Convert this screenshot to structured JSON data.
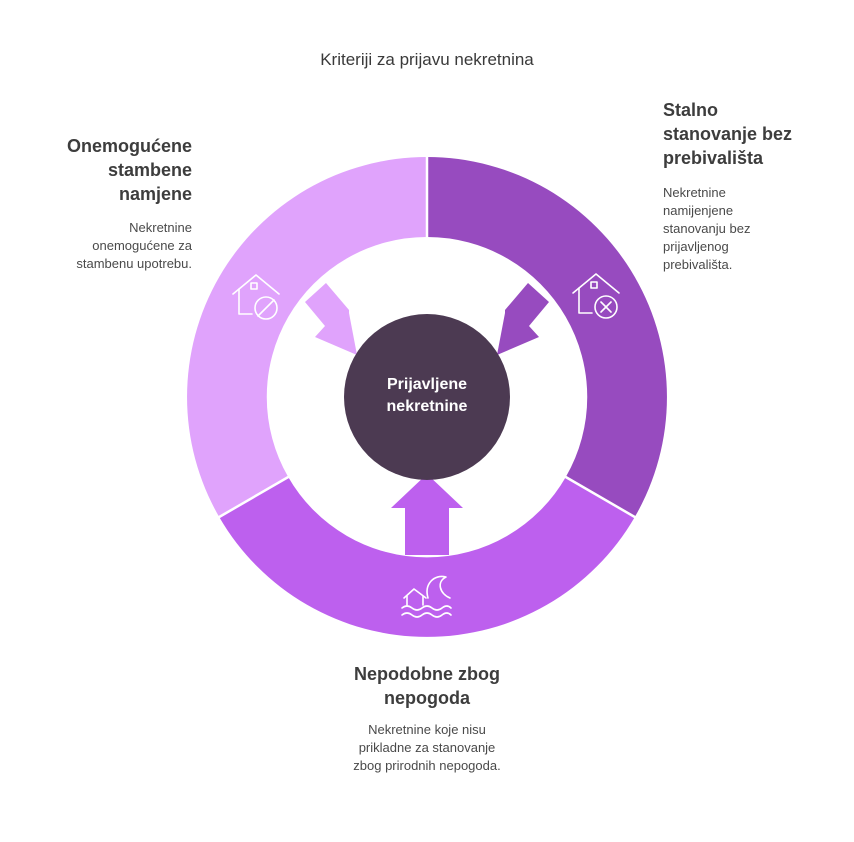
{
  "title": "Kriteriji za prijavu nekretnina",
  "center": {
    "label": "Prijavljene nekretnine",
    "color": "#4c3a52"
  },
  "segments": [
    {
      "id": "onemogucene",
      "heading": "Onemogućene stambene namjene",
      "description": "Nekretnine onemogućene za stambenu upotrebu.",
      "color": "#e0a3fc",
      "icon": "house-prohibited-icon"
    },
    {
      "id": "stalno",
      "heading": "Stalno stanovanje bez prebivališta",
      "description": "Nekretnine namijenjene stanovanju bez prijavljenog prebivališta.",
      "color": "#974bbf",
      "icon": "house-x-icon"
    },
    {
      "id": "nepodobne",
      "heading": "Nepodobne zbog nepogoda",
      "description": "Nekretnine koje nisu prikladne za stanovanje zbog prirodnih nepogoda.",
      "color": "#bd60ee",
      "icon": "house-flood-icon"
    }
  ]
}
